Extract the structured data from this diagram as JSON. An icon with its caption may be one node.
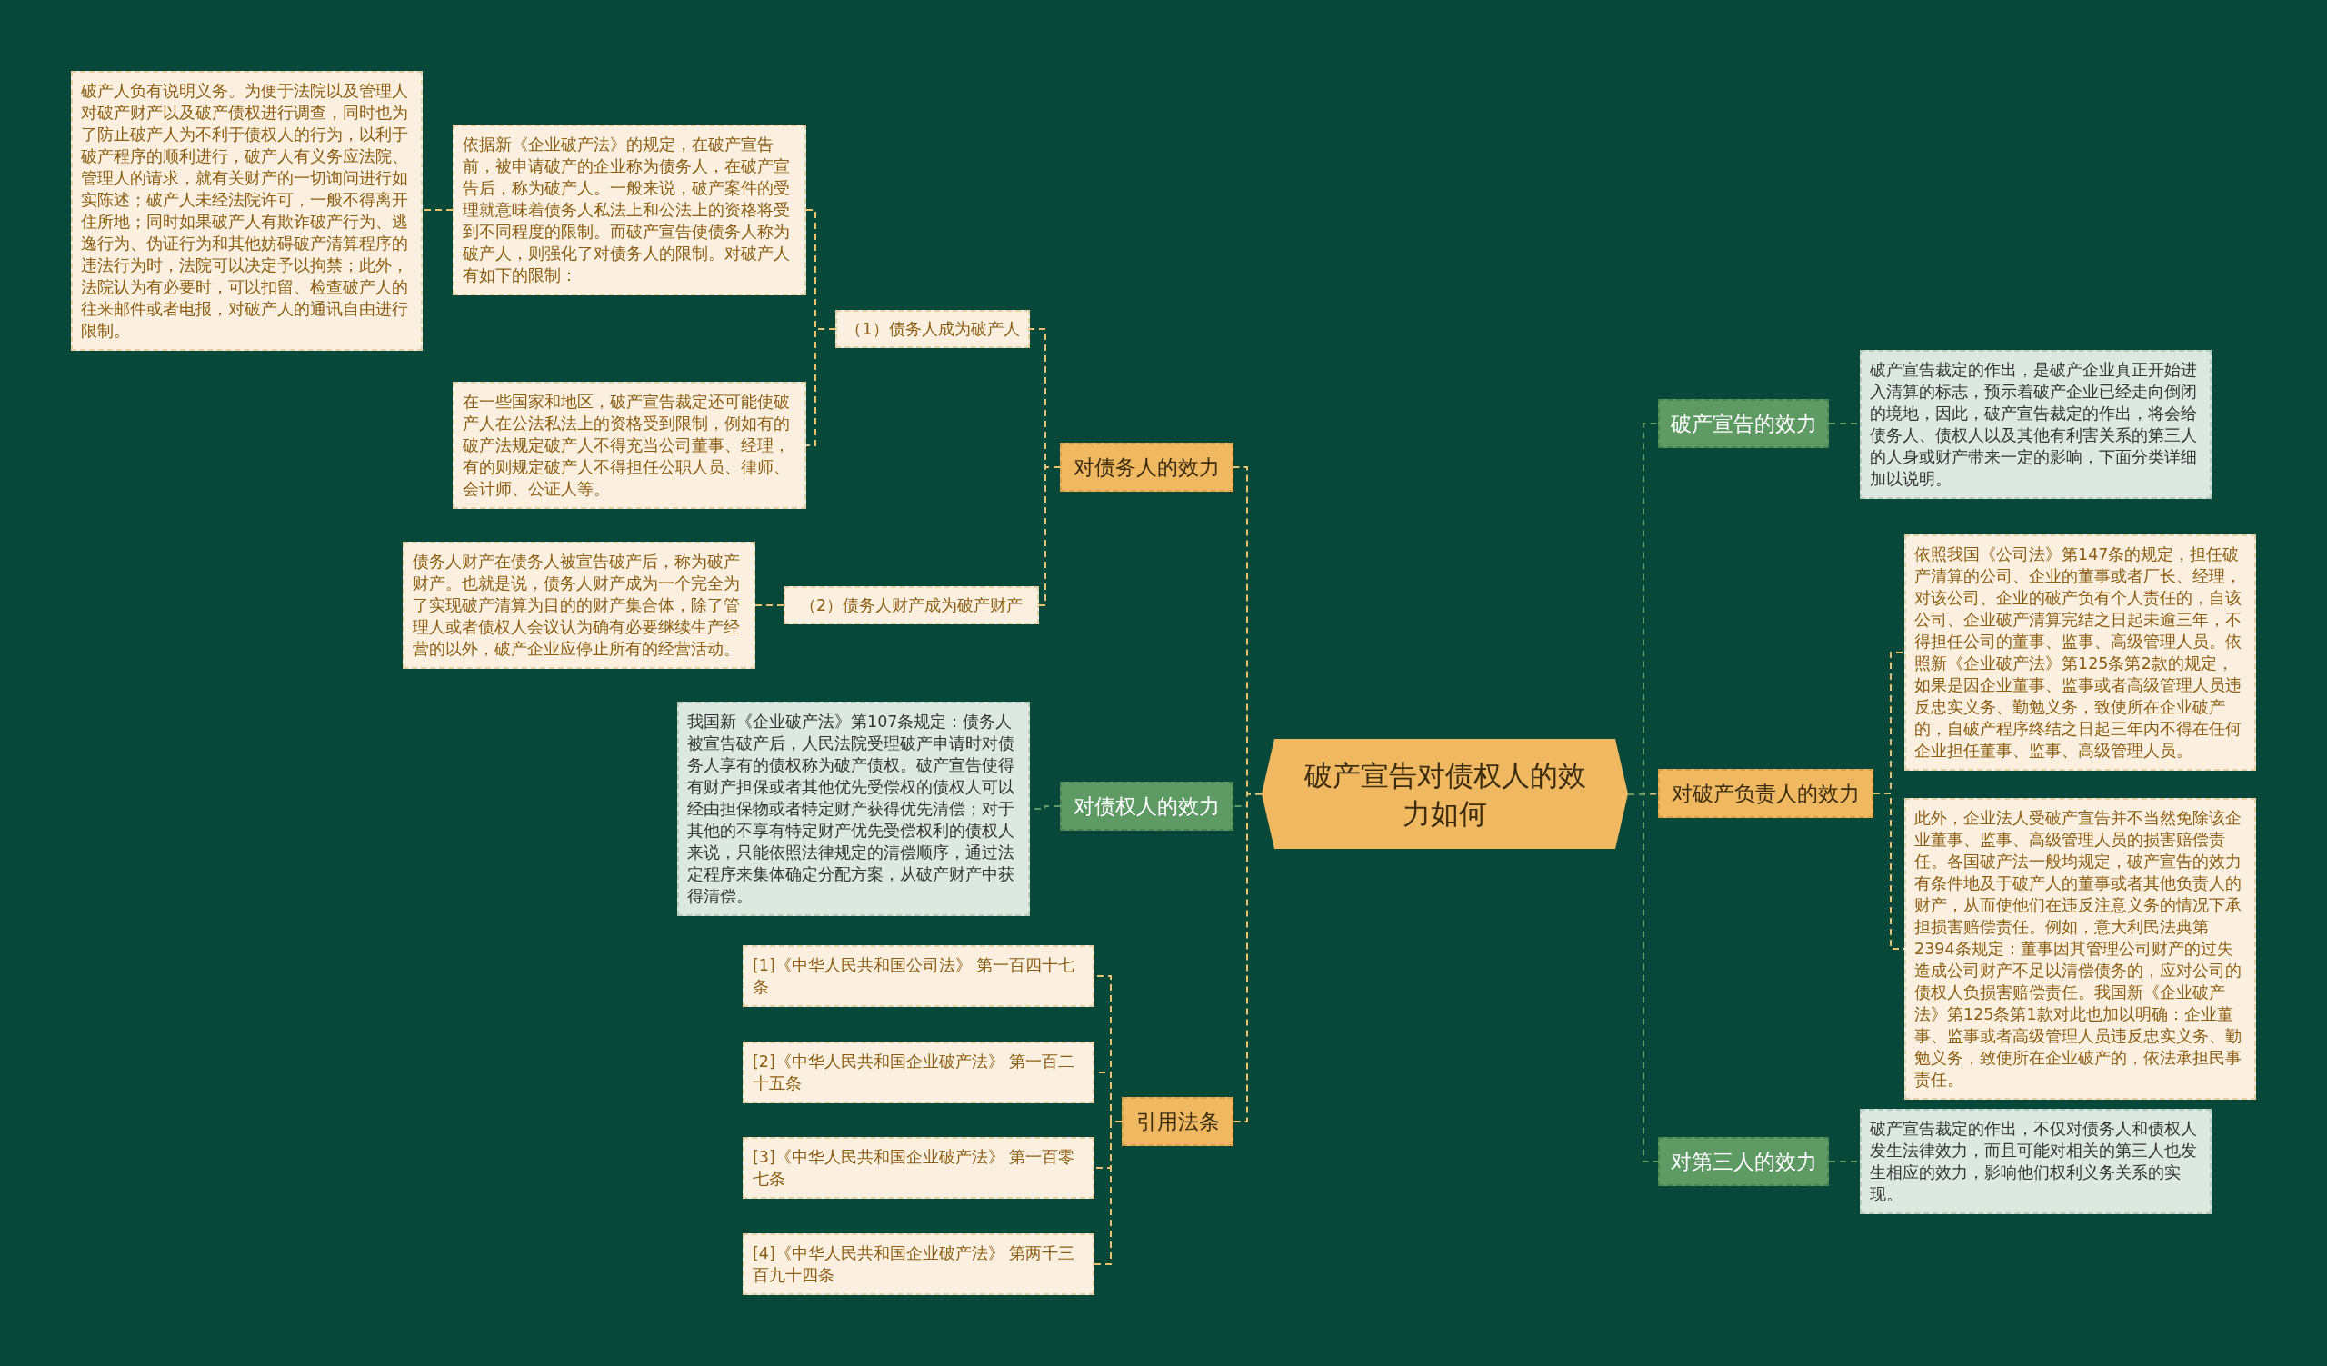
{
  "diagram": {
    "nodes": [
      {
        "text": [
          "破产宣告对债权人的效力如何"
        ]
      },
      {
        "text": [
          "对债务人的效力"
        ]
      },
      {
        "text": [
          "（1）债务人成为破产人"
        ]
      },
      {
        "text": [
          "依据新《企业破产法》的规定，在破产宣告前，被申请破产的企业称为债务人，在破产宣告后，称为破产人。一般来说，破产案件的受理就意味着债务人私法上和公法上的资格将受到不同程度的限制。而破产宣告使债务人称为破产人，则强化了对债务人的限制。对破产人有如下的限制："
        ]
      },
      {
        "text": [
          "破产人负有说明义务。为便于法院以及管理人对破产财产以及破产债权进行调查，同时也为了防止破产人为不利于债权人的行为，以利于破产程序的顺利进行，破产人有义务应法院、管理人的请求，就有关财产的一切询问进行如实陈述；破产人未经法院许可，一般不得离开住所地；同时如果破产人有欺诈破产行为、逃逸行为、伪证行为和其他妨碍破产清算程序的违法行为时，法院可以决定予以拘禁；此外，法院认为有必要时，可以扣留、检查破产人的往来邮件或者电报，对破产人的通讯自由进行限制。"
        ]
      },
      {
        "text": [
          "在一些国家和地区，破产宣告裁定还可能使破产人在公法私法上的资格受到限制，例如有的破产法规定破产人不得充当公司董事、经理，有的则规定破产人不得担任公职人员、律师、会计师、公证人等。"
        ]
      },
      {
        "text": [
          "（2）债务人财产成为破产财产"
        ]
      },
      {
        "text": [
          "债务人财产在债务人被宣告破产后，称为破产财产。也就是说，债务人财产成为一个完全为了实现破产清算为目的的财产集合体，除了管理人或者债权人会议认为确有必要继续生产经营的以外，破产企业应停止所有的经营活动。"
        ]
      },
      {
        "text": [
          "对债权人的效力"
        ]
      },
      {
        "text": [
          "我国新《企业破产法》第107条规定：债务人被宣告破产后，人民法院受理破产申请时对债务人享有的债权称为破产债权。破产宣告使得有财产担保或者其他优先受偿权的债权人可以经由担保物或者特定财产获得优先清偿；对于其他的不享有特定财产优先受偿权利的债权人来说，只能依照法律规定的清偿顺序，通过法定程序来集体确定分配方案，从破产财产中获得清偿。"
        ]
      },
      {
        "text": [
          "引用法条"
        ]
      },
      {
        "text": [
          "[1]《中华人民共和国公司法》 第一百四十七条"
        ]
      },
      {
        "text": [
          "[2]《中华人民共和国企业破产法》 第一百二十五条"
        ]
      },
      {
        "text": [
          "[3]《中华人民共和国企业破产法》 第一百零七条"
        ]
      },
      {
        "text": [
          "[4]《中华人民共和国企业破产法》 第两千三百九十四条"
        ]
      },
      {
        "text": [
          "破产宣告的效力"
        ]
      },
      {
        "text": [
          "破产宣告裁定的作出，是破产企业真正开始进入清算的标志，预示着破产企业已经走向倒闭的境地，因此，破产宣告裁定的作出，将会给债务人、债权人以及其他有利害关系的第三人的人身或财产带来一定的影响，下面分类详细加以说明。"
        ]
      },
      {
        "text": [
          "对破产负责人的效力"
        ]
      },
      {
        "text": [
          "依照我国《公司法》第147条的规定，担任破产清算的公司、企业的董事或者厂长、经理，对该公司、企业的破产负有个人责任的，自该公司、企业破产清算完结之日起未逾三年，不得担任公司的董事、监事、高级管理人员。依照新《企业破产法》第125条第2款的规定，如果是因企业董事、监事或者高级管理人员违反忠实义务、勤勉义务，致使所在企业破产的，自破产程序终结之日起三年内不得在任何企业担任董事、监事、高级管理人员。"
        ]
      },
      {
        "text": [
          "此外，企业法人受破产宣告并不当然免除该企业董事、监事、高级管理人员的损害赔偿责任。各国破产法一般均规定，破产宣告的效力有条件地及于破产人的董事或者其他负责人的财产，从而使他们在违反注意义务的情况下承担损害赔偿责任。例如，意大利民法典第2394条规定：董事因其管理公司财产的过失造成公司财产不足以清偿债务的，应对公司的债权人负损害赔偿责任。我国新《企业破产法》第125条第1款对此也加以明确：企业董事、监事或者高级管理人员违反忠实义务、勤勉义务，致使所在企业破产的，依法承担民事责任。"
        ]
      },
      {
        "text": [
          "对第三人的效力"
        ]
      },
      {
        "text": [
          "破产宣告裁定的作出，不仅对债务人和债权人发生法律效力，而且可能对相关的第三人也发生相应的效力，影响他们权利义务关系的实现。"
        ]
      }
    ],
    "edges": [
      {
        "from": 0,
        "to": 1,
        "arrow": "none"
      },
      {
        "from": 1,
        "to": 2,
        "arrow": "none"
      },
      {
        "from": 2,
        "to": 3,
        "arrow": "none"
      },
      {
        "from": 3,
        "to": 4,
        "arrow": "none"
      },
      {
        "from": 2,
        "to": 5,
        "arrow": "none"
      },
      {
        "from": 1,
        "to": 6,
        "arrow": "none"
      },
      {
        "from": 6,
        "to": 7,
        "arrow": "none"
      },
      {
        "from": 0,
        "to": 8,
        "arrow": "none",
        "color": "#5e9a63"
      },
      {
        "from": 8,
        "to": 9,
        "arrow": "none",
        "color": "#5e9a63"
      },
      {
        "from": 0,
        "to": 10,
        "arrow": "none"
      },
      {
        "from": 10,
        "to": 11,
        "arrow": "none"
      },
      {
        "from": 10,
        "to": 12,
        "arrow": "none"
      },
      {
        "from": 10,
        "to": 13,
        "arrow": "none"
      },
      {
        "from": 10,
        "to": 14,
        "arrow": "none"
      },
      {
        "from": 0,
        "to": 15,
        "arrow": "none",
        "color": "#5e9a63"
      },
      {
        "from": 15,
        "to": 16,
        "arrow": "none",
        "color": "#5e9a63"
      },
      {
        "from": 0,
        "to": 17,
        "arrow": "none"
      },
      {
        "from": 17,
        "to": 18,
        "arrow": "none"
      },
      {
        "from": 17,
        "to": 19,
        "arrow": "none"
      },
      {
        "from": 0,
        "to": 20,
        "arrow": "none",
        "color": "#5e9a63"
      },
      {
        "from": 20,
        "to": 21,
        "arrow": "none",
        "color": "#5e9a63"
      }
    ]
  }
}
